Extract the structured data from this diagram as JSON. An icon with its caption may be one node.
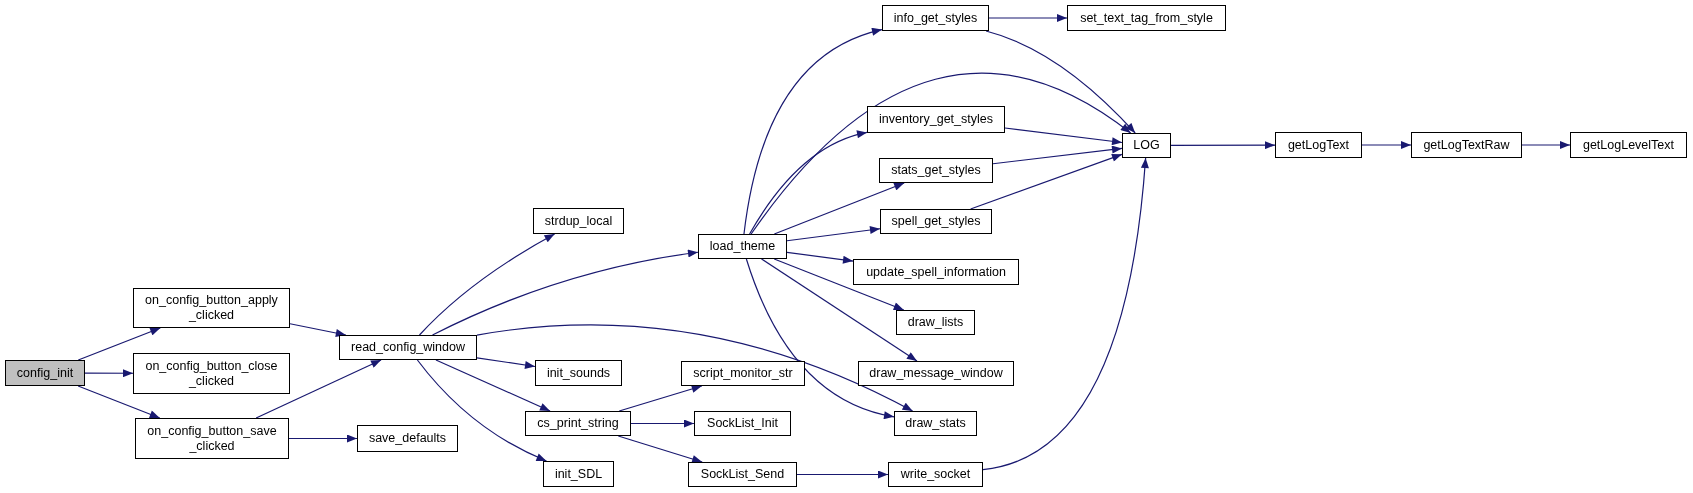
{
  "diagram": {
    "nodes": [
      {
        "text": [
          "config_init"
        ]
      },
      {
        "text": [
          "on_config_button_apply _clicked"
        ]
      },
      {
        "text": [
          "on_config_button_close _clicked"
        ]
      },
      {
        "text": [
          "on_config_button_save _clicked"
        ]
      },
      {
        "text": [
          "read_config_window"
        ]
      },
      {
        "text": [
          "save_defaults"
        ]
      },
      {
        "text": [
          "strdup_local"
        ]
      },
      {
        "text": [
          "load_theme"
        ]
      },
      {
        "text": [
          "init_sounds"
        ]
      },
      {
        "text": [
          "cs_print_string"
        ]
      },
      {
        "text": [
          "init_SDL"
        ]
      },
      {
        "text": [
          "info_get_styles"
        ]
      },
      {
        "text": [
          "inventory_get_styles"
        ]
      },
      {
        "text": [
          "stats_get_styles"
        ]
      },
      {
        "text": [
          "spell_get_styles"
        ]
      },
      {
        "text": [
          "update_spell_information"
        ]
      },
      {
        "text": [
          "draw_lists"
        ]
      },
      {
        "text": [
          "draw_message_window"
        ]
      },
      {
        "text": [
          "draw_stats"
        ]
      },
      {
        "text": [
          "script_monitor_str"
        ]
      },
      {
        "text": [
          "SockList_Init"
        ]
      },
      {
        "text": [
          "SockList_Send"
        ]
      },
      {
        "text": [
          "write_socket"
        ]
      },
      {
        "text": [
          "set_text_tag_from_style"
        ]
      },
      {
        "text": [
          "LOG"
        ]
      },
      {
        "text": [
          "getLogText"
        ]
      },
      {
        "text": [
          "getLogTextRaw"
        ]
      },
      {
        "text": [
          "getLogLevelText"
        ]
      }
    ],
    "edges": [
      {
        "from": 0,
        "to": 1,
        "arrow": "to"
      },
      {
        "from": 0,
        "to": 2,
        "arrow": "to"
      },
      {
        "from": 0,
        "to": 3,
        "arrow": "to"
      },
      {
        "from": 1,
        "to": 4,
        "arrow": "to"
      },
      {
        "from": 3,
        "to": 4,
        "arrow": "to"
      },
      {
        "from": 3,
        "to": 5,
        "arrow": "to"
      },
      {
        "from": 4,
        "to": 6,
        "arrow": "to"
      },
      {
        "from": 4,
        "to": 7,
        "arrow": "to"
      },
      {
        "from": 4,
        "to": 18,
        "arrow": "to"
      },
      {
        "from": 4,
        "to": 8,
        "arrow": "to"
      },
      {
        "from": 4,
        "to": 9,
        "arrow": "to"
      },
      {
        "from": 4,
        "to": 10,
        "arrow": "to"
      },
      {
        "from": 7,
        "to": 11,
        "arrow": "to"
      },
      {
        "from": 7,
        "to": 24,
        "arrow": "to"
      },
      {
        "from": 7,
        "to": 12,
        "arrow": "to"
      },
      {
        "from": 7,
        "to": 13,
        "arrow": "to"
      },
      {
        "from": 7,
        "to": 14,
        "arrow": "to"
      },
      {
        "from": 7,
        "to": 15,
        "arrow": "to"
      },
      {
        "from": 7,
        "to": 16,
        "arrow": "to"
      },
      {
        "from": 7,
        "to": 17,
        "arrow": "to"
      },
      {
        "from": 7,
        "to": 18,
        "arrow": "to"
      },
      {
        "from": 11,
        "to": 23,
        "arrow": "to"
      },
      {
        "from": 11,
        "to": 24,
        "arrow": "to"
      },
      {
        "from": 12,
        "to": 24,
        "arrow": "to"
      },
      {
        "from": 13,
        "to": 24,
        "arrow": "to"
      },
      {
        "from": 14,
        "to": 24,
        "arrow": "to"
      },
      {
        "from": 9,
        "to": 19,
        "arrow": "to"
      },
      {
        "from": 9,
        "to": 20,
        "arrow": "to"
      },
      {
        "from": 9,
        "to": 21,
        "arrow": "to"
      },
      {
        "from": 21,
        "to": 22,
        "arrow": "to"
      },
      {
        "from": 22,
        "to": 24,
        "arrow": "to"
      },
      {
        "from": 24,
        "to": 25,
        "arrow": "to"
      },
      {
        "from": 25,
        "to": 26,
        "arrow": "to"
      },
      {
        "from": 26,
        "to": 27,
        "arrow": "to"
      }
    ]
  }
}
